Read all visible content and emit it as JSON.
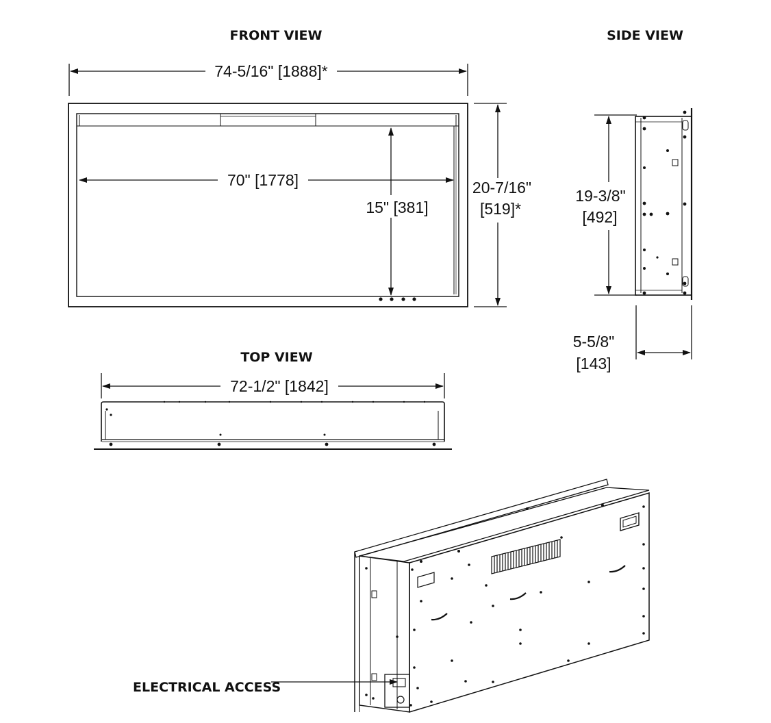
{
  "views": {
    "front": {
      "heading": "FRONT VIEW",
      "overall_width": "74-5/16\" [1888]*",
      "opening_width": "70\" [1778]",
      "opening_height": "15\" [381]",
      "overall_height_imperial": "20-7/16\"",
      "overall_height_metric": "[519]*"
    },
    "side": {
      "heading": "SIDE VIEW",
      "height_imperial": "19-3/8\"",
      "height_metric": "[492]",
      "depth_imperial": "5-5/8\"",
      "depth_metric": "[143]"
    },
    "top": {
      "heading": "TOP VIEW",
      "width": "72-1/2\" [1842]"
    },
    "rear": {
      "callout": "ELECTRICAL ACCESS"
    }
  },
  "colors": {
    "line": "#111111",
    "background": "#ffffff"
  }
}
